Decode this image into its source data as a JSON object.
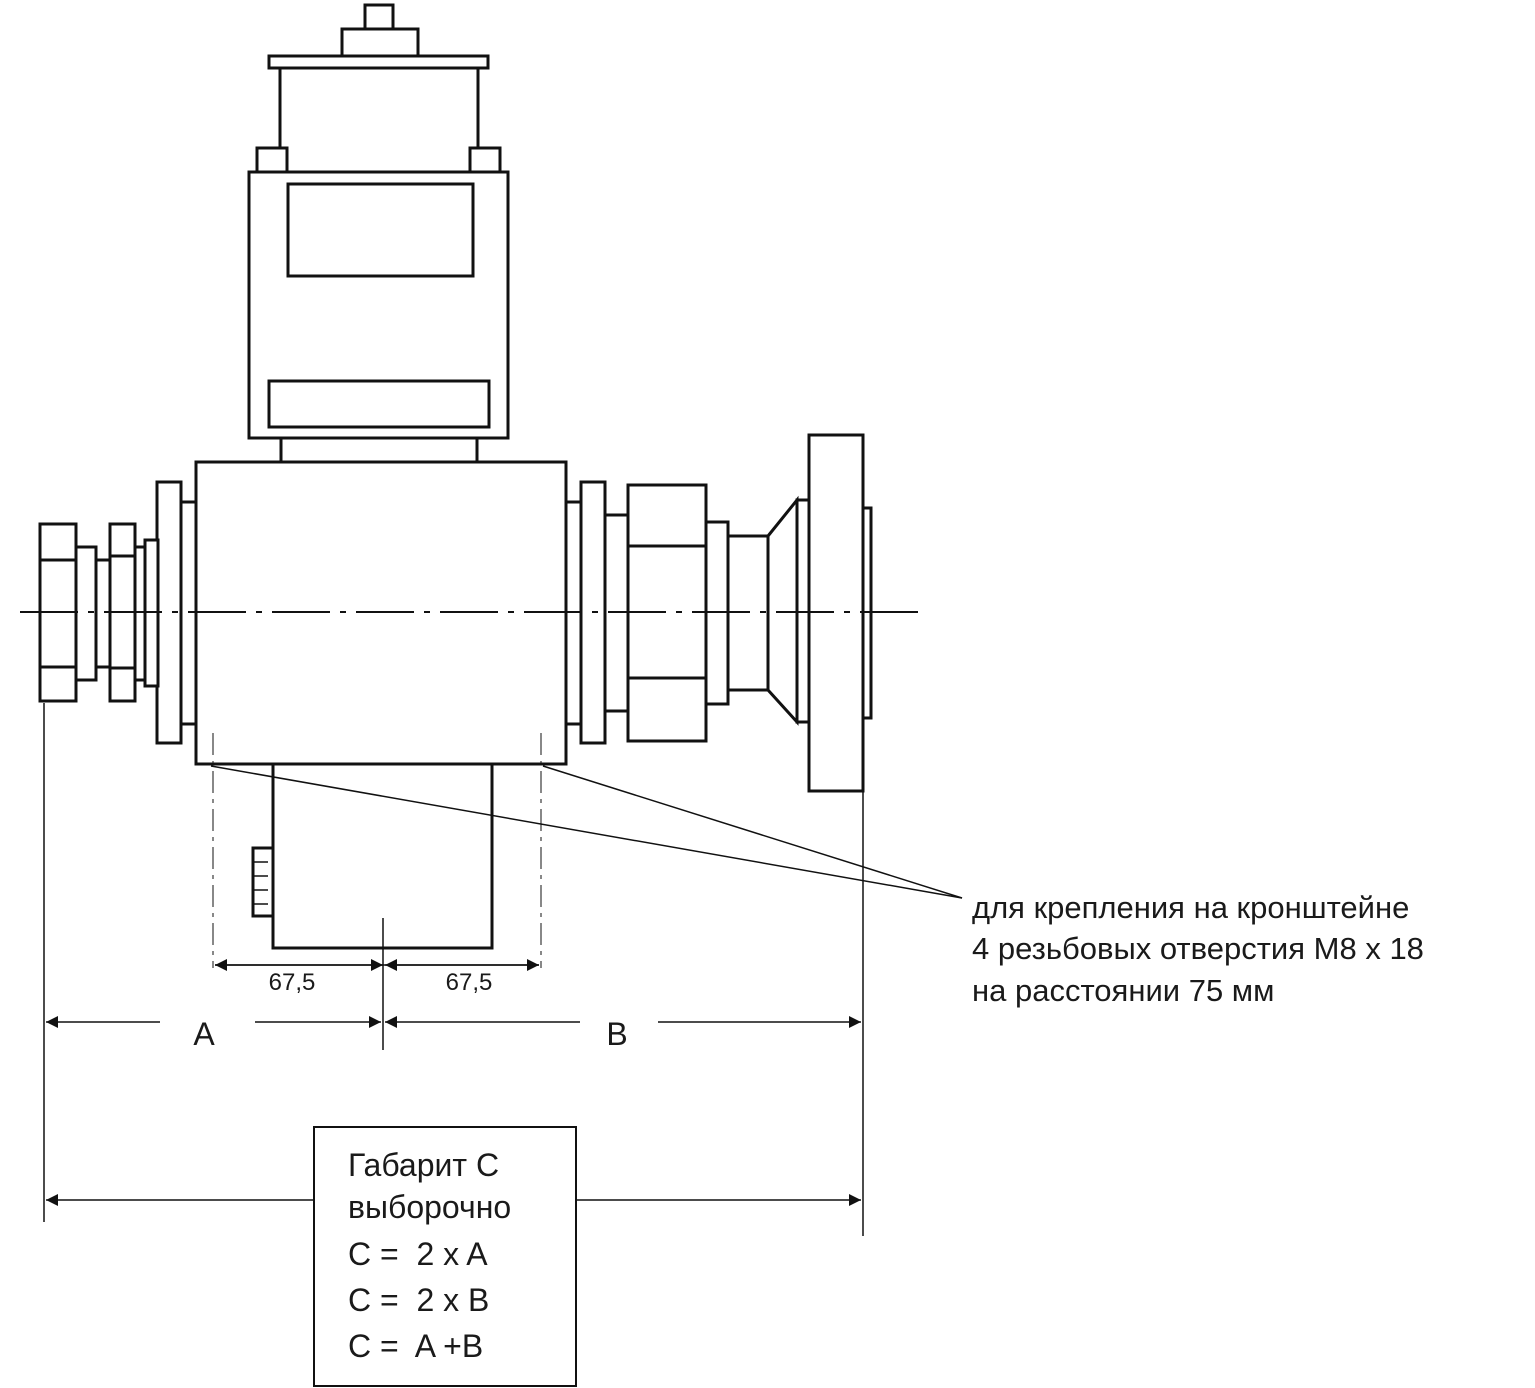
{
  "note": {
    "line1": "для крепления на кронштейне",
    "line2": "4 резьбовых отверстия М8 х 18",
    "line3": "на расстоянии 75 мм"
  },
  "dimensions": {
    "left_half": "67,5",
    "right_half": "67,5",
    "a": "A",
    "b": "B"
  },
  "overall_box": {
    "title": "Габарит C",
    "subtitle": "выборочно",
    "option1": "C =  2 x A",
    "option2": "C =  2 x B",
    "option3": "C =  A +B"
  },
  "colors": {
    "line": "#111111",
    "background": "#ffffff"
  }
}
